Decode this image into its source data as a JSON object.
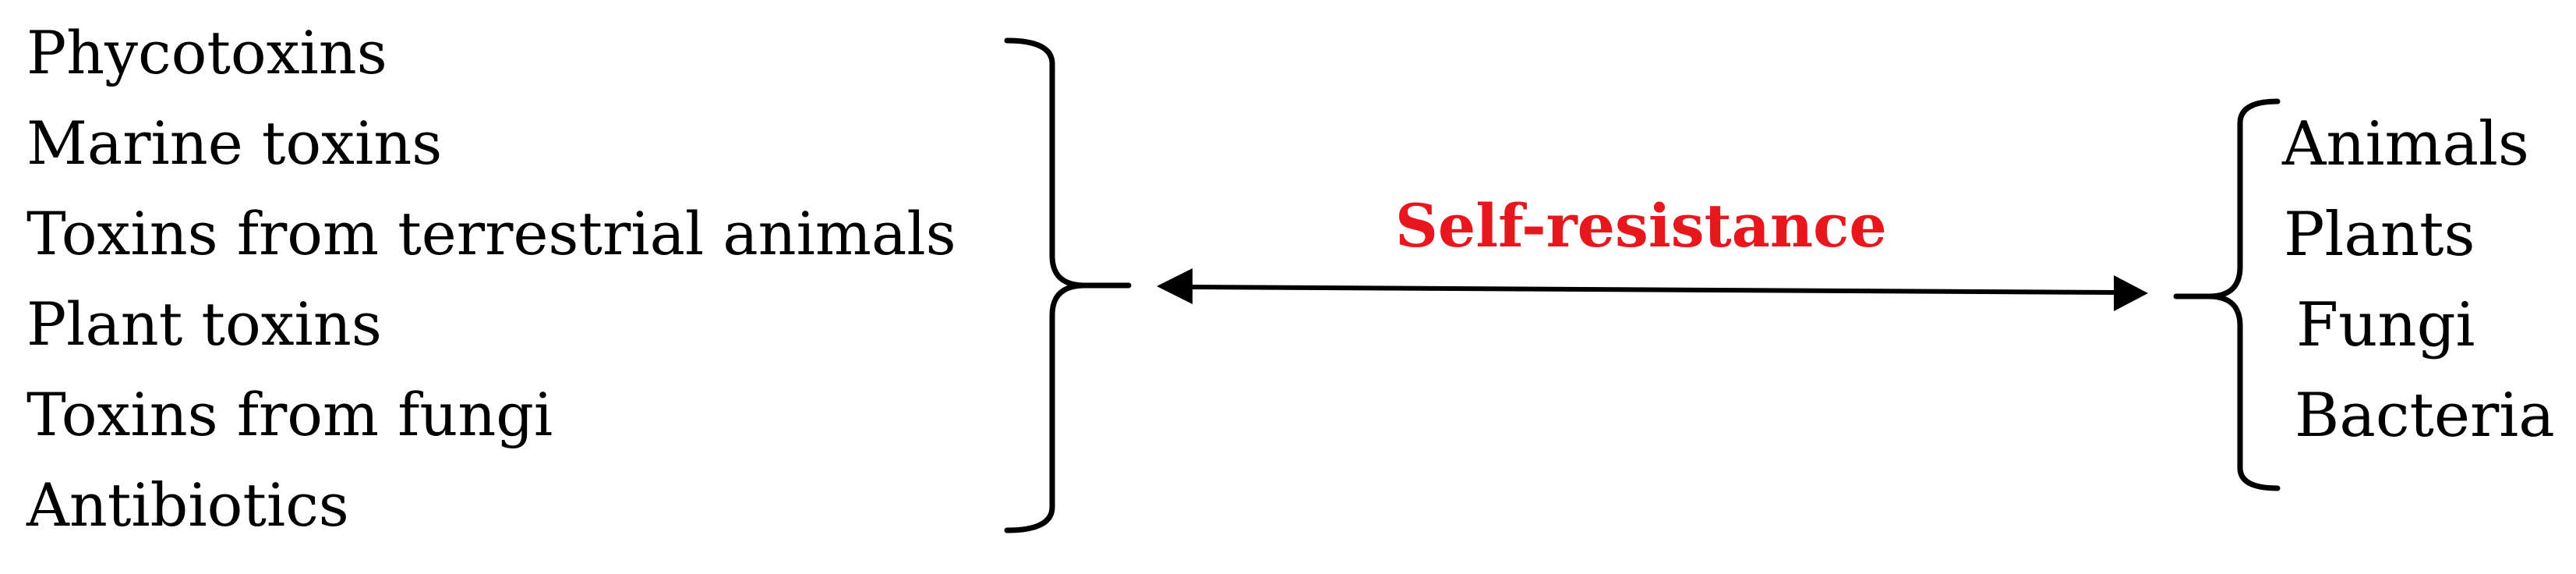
{
  "left_group": {
    "items": [
      "Phycotoxins",
      "Marine toxins",
      "Toxins from terrestrial animals",
      "Plant toxins",
      "Toxins from fungi",
      "Antibiotics"
    ]
  },
  "relation": {
    "label": "Self-resistance",
    "color": "#e8161d"
  },
  "right_group": {
    "items": [
      "Animals",
      "Plants",
      "Fungi",
      "Bacteria"
    ]
  }
}
